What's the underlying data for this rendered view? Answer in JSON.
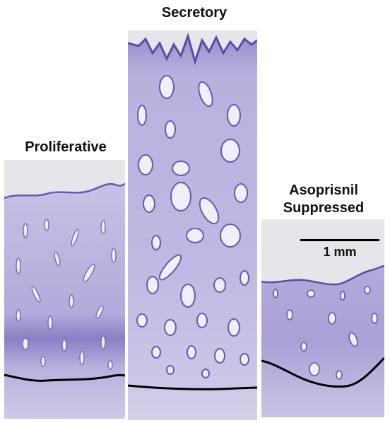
{
  "labels": {
    "proliferative": "Proliferative",
    "secretory": "Secretory",
    "asoprisnil_line1": "Asoprisnil",
    "asoprisnil_line2": "Suppressed"
  },
  "scale_bar": {
    "label": "1 mm"
  },
  "colors": {
    "background_gray": "#e5e4e8",
    "stroma": "#b7aedb",
    "stroma_dense": "#8f82c8",
    "epithelium": "#6b56ad",
    "gland_lumen": "#f1eef8",
    "boundary_line": "#000000"
  }
}
